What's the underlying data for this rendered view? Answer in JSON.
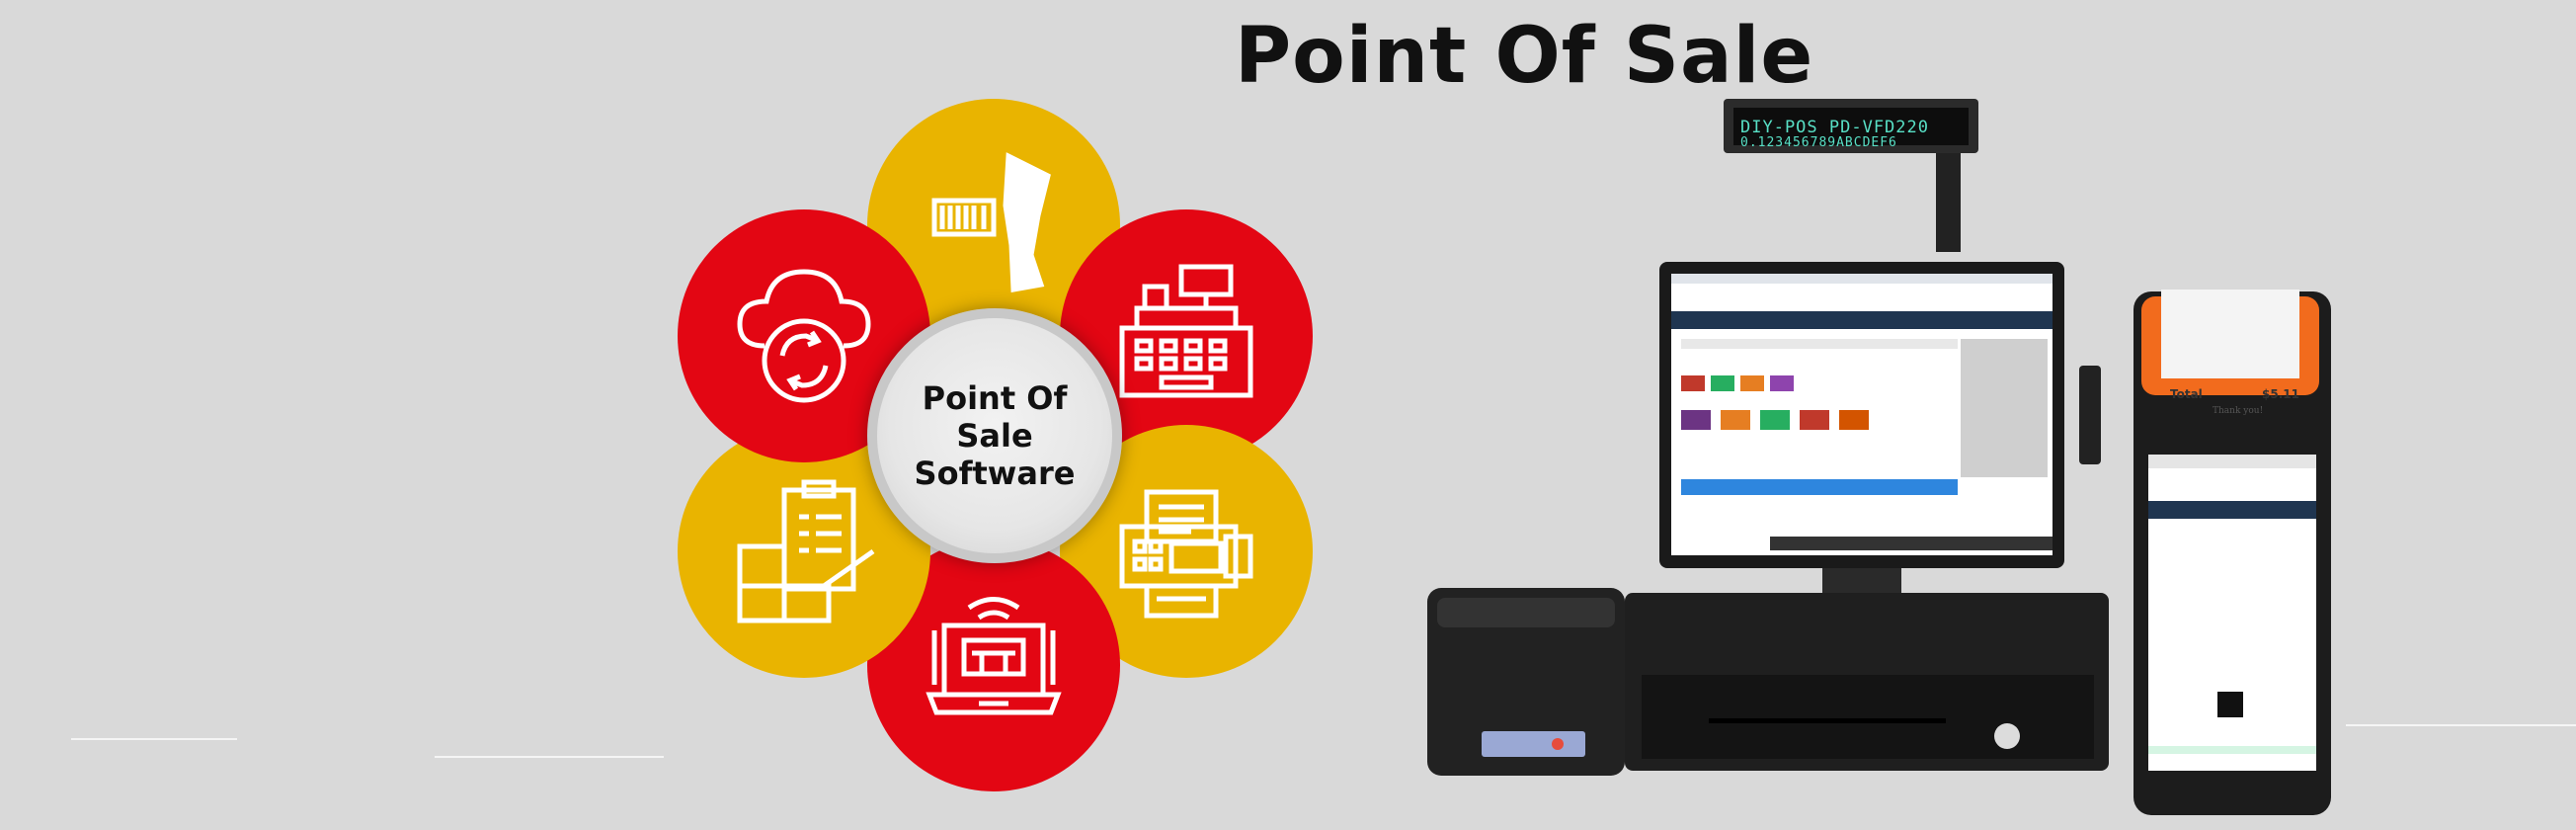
{
  "page": {
    "title": "Point Of Sale"
  },
  "hub": {
    "line1": "Point  Of",
    "line2": "Sale",
    "line3": "Software"
  },
  "colors": {
    "red": "#e30613",
    "yellow": "#e9b400",
    "background": "#d9d9d9"
  },
  "petals": [
    {
      "icon": "barcode-scanner-icon",
      "color": "yellow"
    },
    {
      "icon": "cash-register-icon",
      "color": "red"
    },
    {
      "icon": "fax-terminal-icon",
      "color": "yellow"
    },
    {
      "icon": "laptop-icon",
      "color": "red"
    },
    {
      "icon": "inventory-checklist-icon",
      "color": "yellow"
    },
    {
      "icon": "cloud-sync-icon",
      "color": "red"
    }
  ],
  "display": {
    "line1": "DIY-POS PD-VFD220",
    "line2": "0.123456789ABCDEF6"
  },
  "receipt": {
    "total_label": "Total",
    "total_value": "$5.11",
    "thanks": "Thank you!"
  }
}
